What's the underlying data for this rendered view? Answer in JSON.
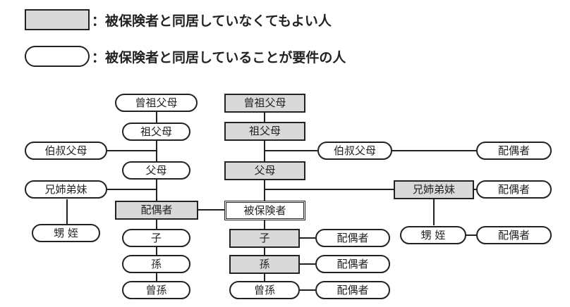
{
  "legend": {
    "box_text": "：被保険者と同居していなくてもよい人",
    "oval_text": "：被保険者と同居していることが要件の人"
  },
  "left_column": {
    "great_grandparents": "曾祖父母",
    "grandparents": "祖父母",
    "uncle_aunt": "伯叔父母",
    "parents": "父母",
    "siblings": "兄姉弟妹",
    "nephew_niece": "甥 姪",
    "spouse": "配偶者",
    "child": "子",
    "grandchild": "孫",
    "great_grandchild": "曾孫"
  },
  "center_column": {
    "great_grandparents": "曾祖父母",
    "grandparents": "祖父母",
    "parents": "父母",
    "insured": "被保険者",
    "child": "子",
    "grandchild": "孫",
    "great_grandchild": "曾孫"
  },
  "right_side": {
    "uncle_aunt": "伯叔父母",
    "uncle_aunt_spouse": "配偶者",
    "siblings": "兄姉弟妹",
    "siblings_spouse": "配偶者",
    "nephew_niece": "甥 姪",
    "nephew_niece_spouse": "配偶者",
    "child_spouse": "配偶者",
    "grandchild_spouse": "配偶者",
    "great_grandchild_spouse": "配偶者"
  },
  "colors": {
    "box_fill": "#d9d9d9",
    "line": "#222222"
  }
}
